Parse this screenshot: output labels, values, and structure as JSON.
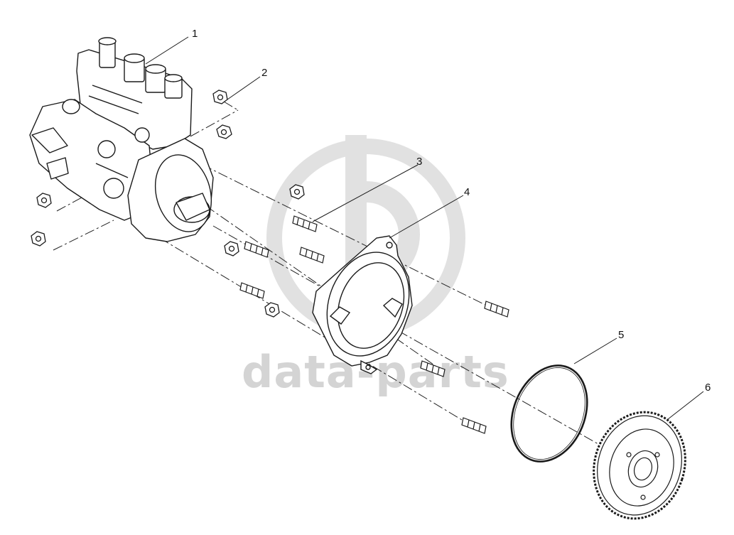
{
  "watermark": {
    "text": "data-parts",
    "color": "#d6d6d6"
  },
  "callouts": [
    {
      "id": "1",
      "label": "1"
    },
    {
      "id": "2",
      "label": "2"
    },
    {
      "id": "3",
      "label": "3"
    },
    {
      "id": "4",
      "label": "4"
    },
    {
      "id": "5",
      "label": "5"
    },
    {
      "id": "6",
      "label": "6"
    }
  ],
  "colors": {
    "line": "#1a1a1a",
    "background": "#ffffff"
  }
}
